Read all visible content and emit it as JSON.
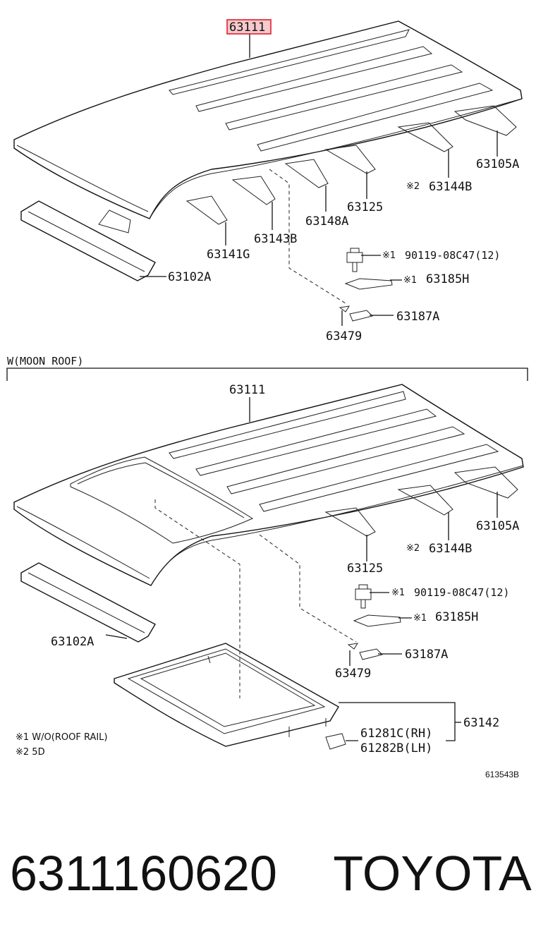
{
  "diagram": {
    "top": {
      "labels": {
        "roof_panel": "63111",
        "rear_header": "63105A",
        "bow_5d": "63144B",
        "bow_center": "63125",
        "bow_148": "63148A",
        "bow_143": "63143B",
        "bow_front": "63141G",
        "front_header": "63102A",
        "bolt": "90119-08C47(12)",
        "bracket": "63185H",
        "clip": "63187A",
        "clip_small": "63479"
      },
      "marks": {
        "rear_header": "",
        "bow_5d": "※2",
        "bolt": "※1",
        "bracket": "※1"
      }
    },
    "moon_roof": {
      "section_title": "W(MOON ROOF)",
      "labels": {
        "roof_panel": "63111",
        "rear_header": "63105A",
        "bow_5d": "63144B",
        "bow_center": "63125",
        "front_header": "63102A",
        "bolt": "90119-08C47(12)",
        "bracket": "63185H",
        "clip": "63187A",
        "clip_small": "63479",
        "sunroof_frame": "63142",
        "reinforcement_rh": "61281C(RH)",
        "reinforcement_lh": "61282B(LH)"
      },
      "marks": {
        "bow_5d": "※2",
        "bolt": "※1",
        "bracket": "※1"
      }
    },
    "notes": [
      "※1 W/O(ROOF RAIL)",
      "※2 5D"
    ],
    "reference_code": "613543B"
  },
  "footer": {
    "part_number": "6311160620",
    "brand": "TOYOTA"
  },
  "colors": {
    "highlight": "#e0202a",
    "highlight_fill": "#f6c9cc",
    "ink": "#111111"
  }
}
